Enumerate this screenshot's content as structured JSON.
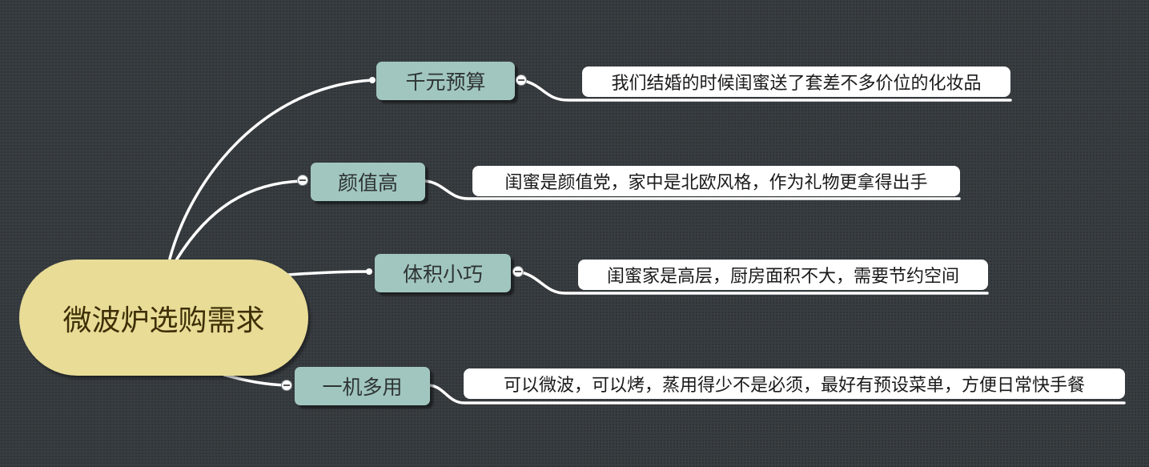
{
  "mindmap": {
    "root": {
      "label": "微波炉选购需求",
      "color": "#e8dc96"
    },
    "topics": [
      {
        "label": "千元预算",
        "note": "我们结婚的时候闺蜜送了套差不多价位的化妆品"
      },
      {
        "label": "颜值高",
        "note": "闺蜜是颜值党，家中是北欧风格，作为礼物更拿得出手"
      },
      {
        "label": "体积小巧",
        "note": "闺蜜家是高层，厨房面积不大，需要节约空间"
      },
      {
        "label": "一机多用",
        "note": "可以微波，可以烤，蒸用得少不是必须，最好有预设菜单，方便日常快手餐"
      }
    ],
    "colors": {
      "background": "#383d41",
      "topic": "#a1c6c0",
      "note": "#ffffff",
      "connector": "#ffffff"
    }
  }
}
